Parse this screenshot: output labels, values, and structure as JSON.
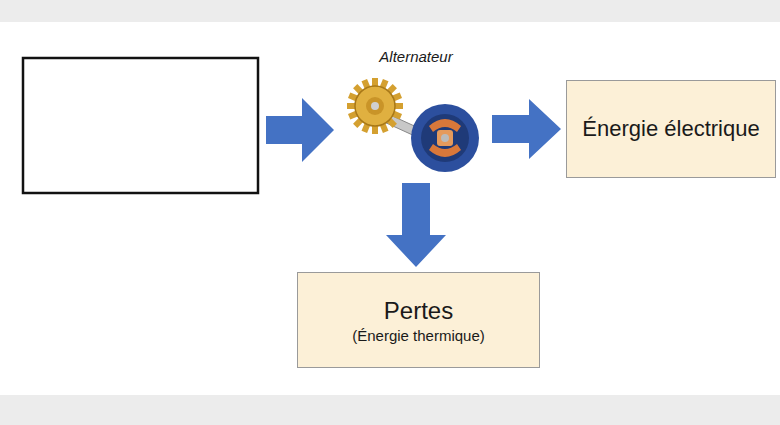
{
  "diagram": {
    "nodes": [
      {
        "text": [
          "Alternateur"
        ]
      },
      {
        "text": [
          "Énergie électrique"
        ]
      },
      {
        "text": [
          "Pertes",
          "(Énergie thermique)"
        ]
      }
    ],
    "edges": [
      {
        "from": 0,
        "to": 1,
        "arrow": "to"
      },
      {
        "from": 0,
        "to": 2,
        "arrow": "to"
      }
    ]
  }
}
